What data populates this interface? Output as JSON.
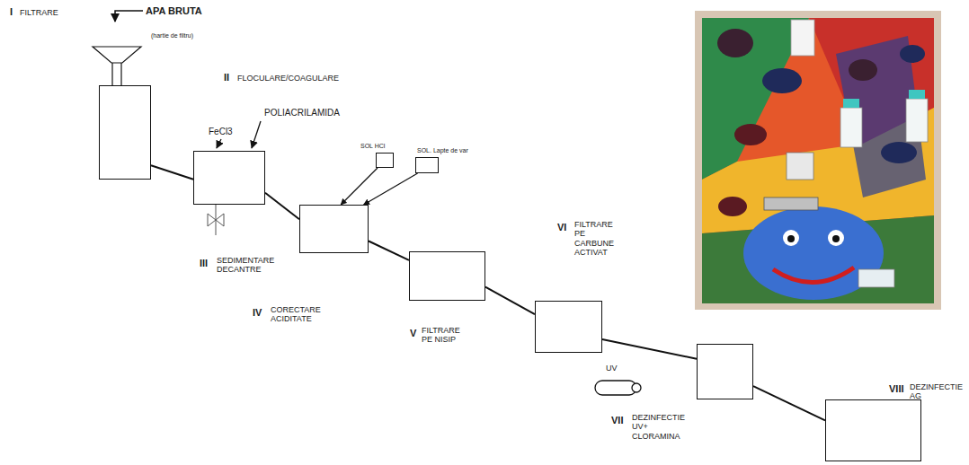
{
  "diagram": {
    "nodes": [
      {
        "text": [
          "I",
          "FILTRARE"
        ]
      },
      {
        "text": [
          "II",
          "FLOCULARE/COAGULARE",
          "III",
          "SEDIMENTARE DECANTRE"
        ]
      },
      {
        "text": [
          "IV",
          "CORECTARE ACIDITATE"
        ]
      },
      {
        "text": [
          "SOL HCl"
        ]
      },
      {
        "text": [
          "SOL. Lapte de var"
        ]
      },
      {
        "text": [
          "V",
          "FILTRARE PE NISIP"
        ]
      },
      {
        "text": [
          "VI",
          "FILTRARE PE CARBUNE ACTIVAT"
        ]
      },
      {
        "text": [
          "VII",
          "DEZINFECTIE UV+ CLORAMINA"
        ]
      },
      {
        "text": [
          "VIII",
          "DEZINFECTIE AG"
        ]
      }
    ],
    "edges": [
      {
        "from": 0,
        "to": 1,
        "arrow": "none"
      },
      {
        "from": 1,
        "to": 2,
        "arrow": "none"
      },
      {
        "from": 3,
        "to": 2,
        "arrow": "to"
      },
      {
        "from": 4,
        "to": 2,
        "arrow": "to"
      },
      {
        "from": 2,
        "to": 5,
        "arrow": "none"
      },
      {
        "from": 5,
        "to": 6,
        "arrow": "none"
      },
      {
        "from": 6,
        "to": 7,
        "arrow": "none"
      },
      {
        "from": 7,
        "to": 8,
        "arrow": "none"
      }
    ],
    "labels": [
      "APA BRUTA",
      "(hartie de filtru)",
      "FeCl3",
      "POLIACRILAMIDA",
      "UV"
    ]
  }
}
